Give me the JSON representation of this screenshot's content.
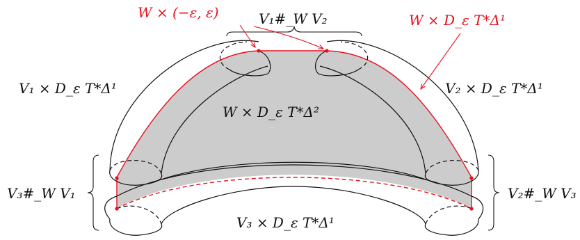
{
  "labels": {
    "top_left_red": "W × (−ε, ε)",
    "top_center": "V₁#_W V₂",
    "top_right_red": "W × D_ε T*Δ¹",
    "left_middle": "V₁ × D_ε T*Δ¹",
    "right_middle": "V₂ × D_ε T*Δ¹",
    "center": "W × D_ε T*Δ²",
    "left_bottom": "V₃#_W V₁",
    "right_bottom": "V₂#_W V₃",
    "bottom_center": "V₃ × D_ε T*Δ¹"
  },
  "colors": {
    "red": "#e8101e",
    "shade": "#cccccc",
    "line": "#111111"
  }
}
